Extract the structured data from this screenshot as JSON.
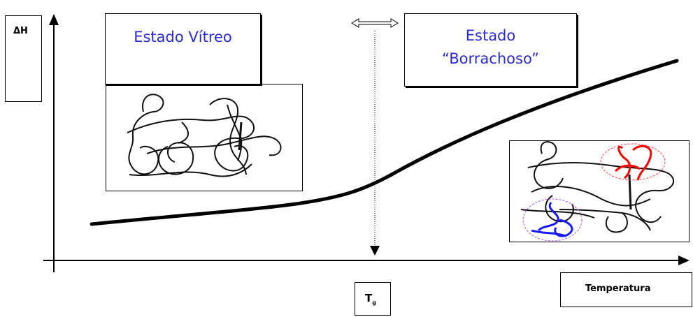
{
  "axes": {
    "y_label": "ΔH",
    "x_label": "Temperatura",
    "tg_label": "T",
    "tg_subscript": "g"
  },
  "regions": {
    "glassy": "Estado Vítreo",
    "rubbery_line1": "Estado",
    "rubbery_line2": "“Borrachoso”"
  },
  "colors": {
    "glassy_text": "#2b2bd6",
    "rubbery_text": "#2b2bd6",
    "chain_dark": "#000000",
    "chain_red": "#ff0000",
    "chain_blue": "#1a1aff"
  },
  "icons": {
    "tg_marker": "double-headed-arrow-icon"
  }
}
